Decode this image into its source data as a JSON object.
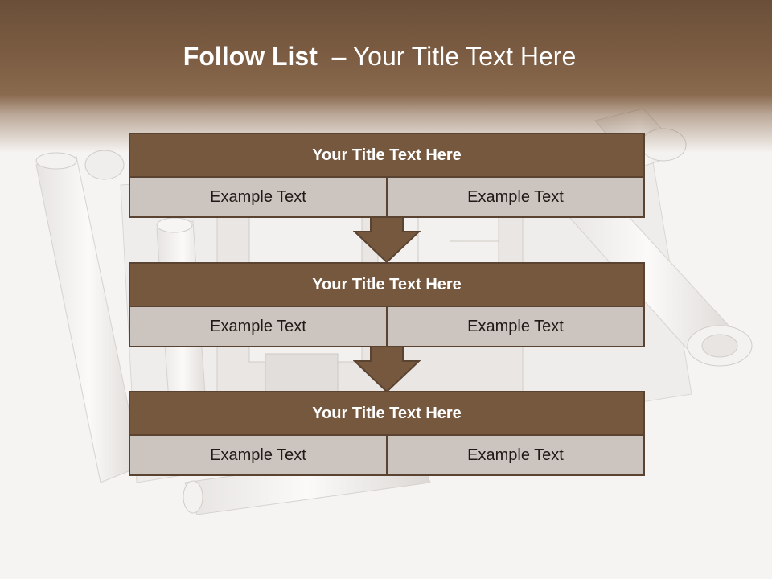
{
  "slide": {
    "title_bold": "Follow List",
    "title_rest": "  – Your Title Text Here",
    "colors": {
      "header": "#7b5c42",
      "block_title": "#76583f",
      "block_cell": "#cbc4bf",
      "border": "#5a4330"
    },
    "blocks": [
      {
        "title": "Your Title Text Here",
        "left": "Example Text",
        "right": "Example Text"
      },
      {
        "title": "Your Title Text Here",
        "left": "Example Text",
        "right": "Example Text"
      },
      {
        "title": "Your Title Text Here",
        "left": "Example Text",
        "right": "Example Text"
      }
    ],
    "connectors": [
      "down-arrow-icon",
      "down-arrow-icon"
    ]
  }
}
